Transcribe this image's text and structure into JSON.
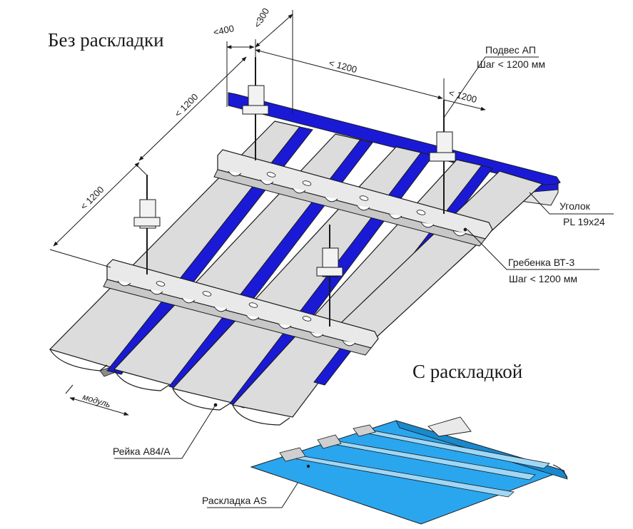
{
  "titles": {
    "without_layout": "Без раскладки",
    "with_layout": "С раскладкой"
  },
  "dimensions": {
    "lt400": "<400",
    "lt300": "<300",
    "lt1200_top": "< 1200",
    "lt1200_right": "< 1200",
    "lt1200_left_upper": "< 1200",
    "lt1200_left_lower": "< 1200",
    "module": "модуль"
  },
  "callouts": {
    "hanger_name": "Подвес АП",
    "hanger_step": "Шаг < 1200 мм",
    "angle_name": "Уголок",
    "angle_size": "PL 19x24",
    "comb_name": "Гребенка ВТ-3",
    "comb_step": "Шаг < 1200 мм",
    "rail_name": "Рейка А84/А",
    "insert_name": "Раскладка AS"
  },
  "colors": {
    "blue_profile": "#1a1ad6",
    "panel_grey": "#dcdcdc",
    "panel_edge": "#8c8c8c",
    "insert_cyan": "#2aa6ee",
    "insert_light": "#9fd8f6",
    "outline": "#1a1a1a"
  }
}
